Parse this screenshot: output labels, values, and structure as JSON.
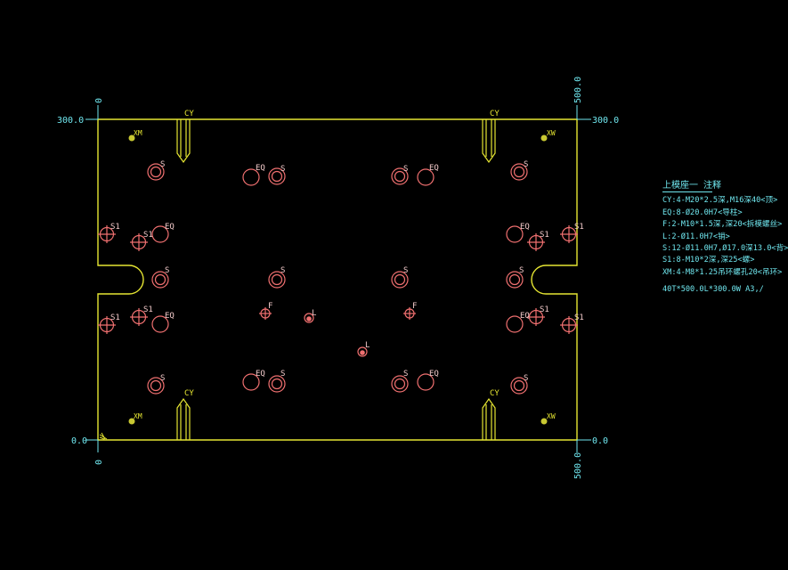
{
  "colors": {
    "background": "#000000",
    "outline": "#e6e632",
    "holes": "#f07070",
    "dimensions": "#6fe6ee"
  },
  "dimensions": {
    "top_left": "300.0",
    "top_right": "300.0",
    "bottom_left": "0.0",
    "bottom_right": "0.0",
    "vert_top_left": "0",
    "vert_top_right": "500.0",
    "vert_bottom_left": "0",
    "vert_bottom_right": "500.0"
  },
  "labels": {
    "cy": "CY",
    "s": "S",
    "eq": "EQ",
    "s1": "S1",
    "f": "F",
    "l": "L",
    "xm": "XM",
    "xw": "XW"
  },
  "legend": {
    "title": "上模座一 注释",
    "lines": [
      "CY:4-M20*2.5深,M16深40<顶>",
      "EQ:8-Ø20.0H7<导柱>",
      "F:2-M10*1.5深,深20<拆模螺丝>",
      "L:2-Ø11.0H7<销>",
      "S:12-Ø11.0H7,Ø17.0深13.0<背>",
      "S1:8-M10*2深,深25<螺>",
      "XM:4-M8*1.25吊环螺孔20<吊环>"
    ],
    "footer": "40T*500.0L*300.0W   A3,/"
  }
}
